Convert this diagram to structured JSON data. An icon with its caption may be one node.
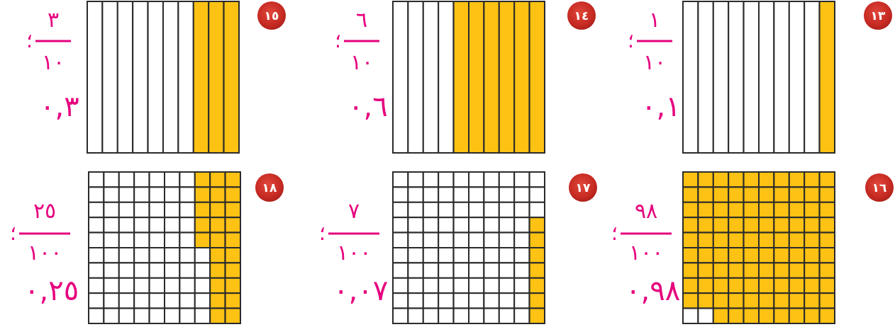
{
  "diagram": {
    "labels": [
      "١٣",
      "١",
      "١٠",
      "؛",
      "٠,١",
      "١٤",
      "٦",
      "١٠",
      "؛",
      "٠,٦",
      "١٥",
      "٣",
      "١٠",
      "؛",
      "٠,٣",
      "١٦",
      "٩٨",
      "١٠٠",
      "؛",
      "٠,٩٨",
      "١٧",
      "٧",
      "١٠٠",
      "؛",
      "٠,٠٧",
      "١٨",
      "٢٥",
      "١٠٠",
      "؛",
      "٠,٢٥"
    ]
  }
}
